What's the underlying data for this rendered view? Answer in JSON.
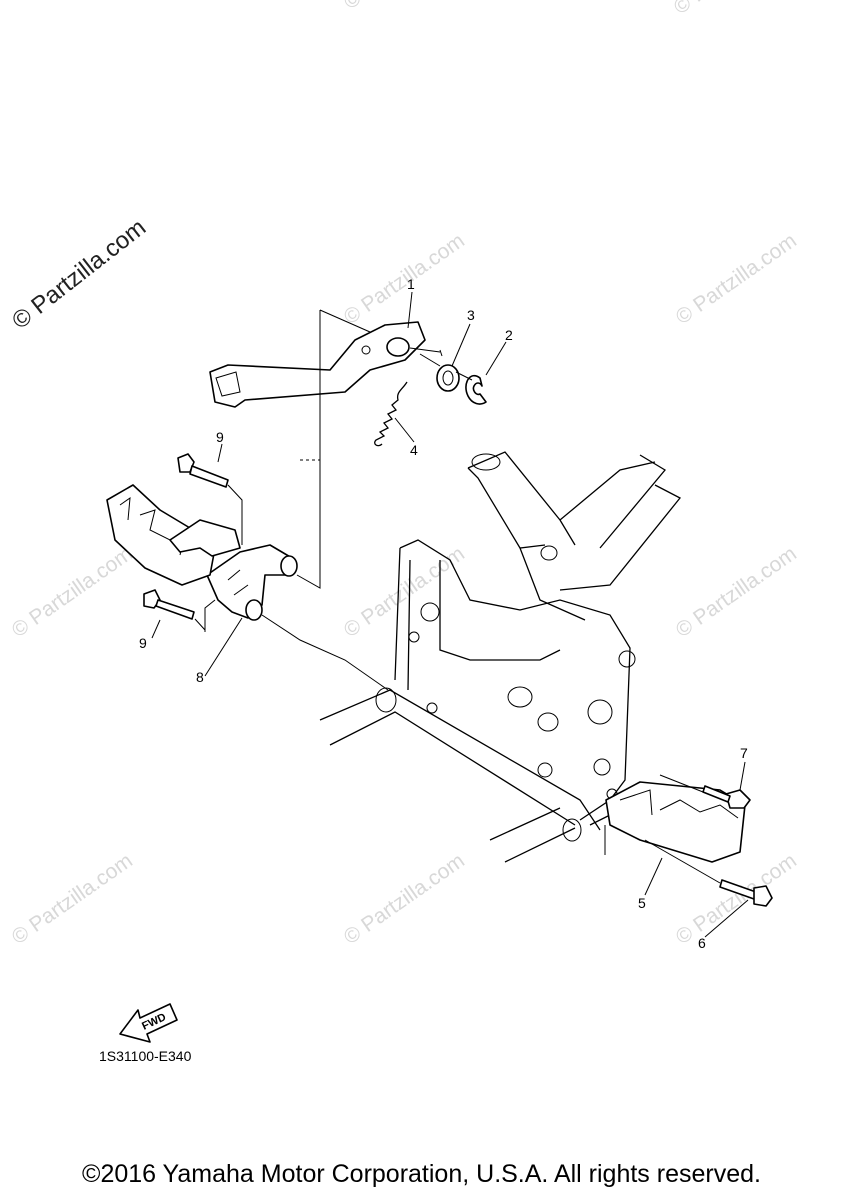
{
  "watermark": {
    "main": "© Partzilla.com",
    "repeat": "© Partzilla.com"
  },
  "callouts": {
    "c1": "1",
    "c2": "2",
    "c3": "3",
    "c4": "4",
    "c5": "5",
    "c6": "6",
    "c7": "7",
    "c8": "8",
    "c9a": "9",
    "c9b": "9"
  },
  "fwd_label": "FWD",
  "diagram_code": "1S31100-E340",
  "copyright": "©2016 Yamaha Motor Corporation, U.S.A. All rights reserved."
}
